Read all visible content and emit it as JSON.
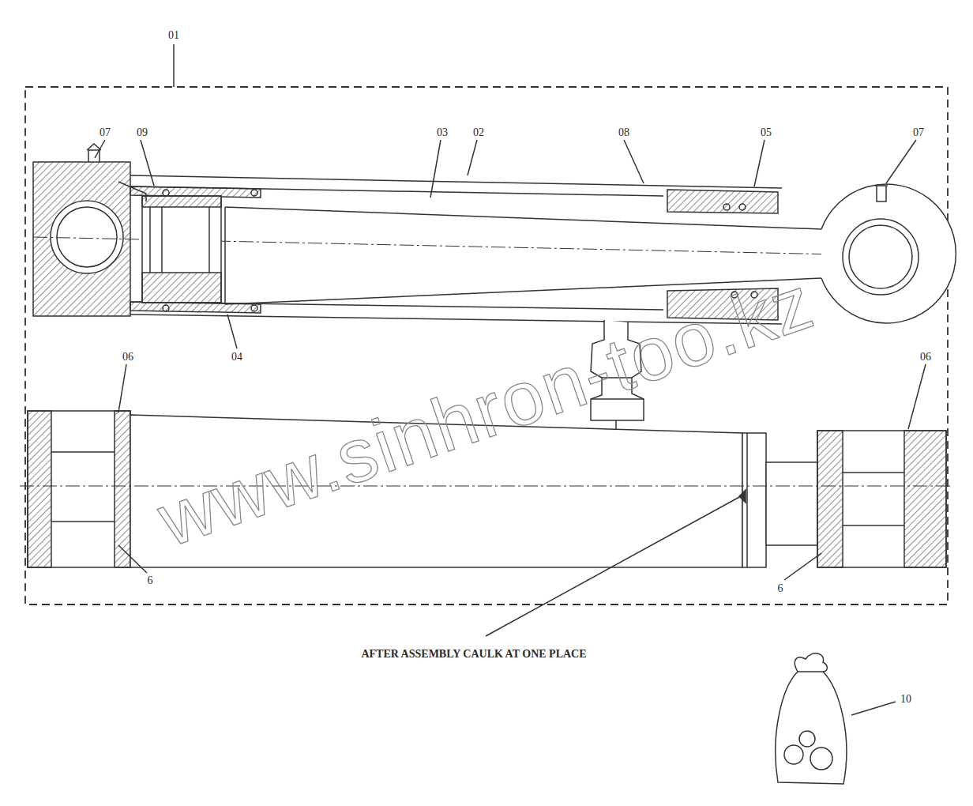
{
  "diagram": {
    "labels": [
      "01",
      "07",
      "09",
      "03",
      "02",
      "08",
      "05",
      "07",
      "04",
      "06",
      "06",
      "6",
      "6",
      "AFTER ASSEMBLY CAULK AT ONE PLACE",
      "10",
      "www.sinhron-too.kz"
    ]
  }
}
